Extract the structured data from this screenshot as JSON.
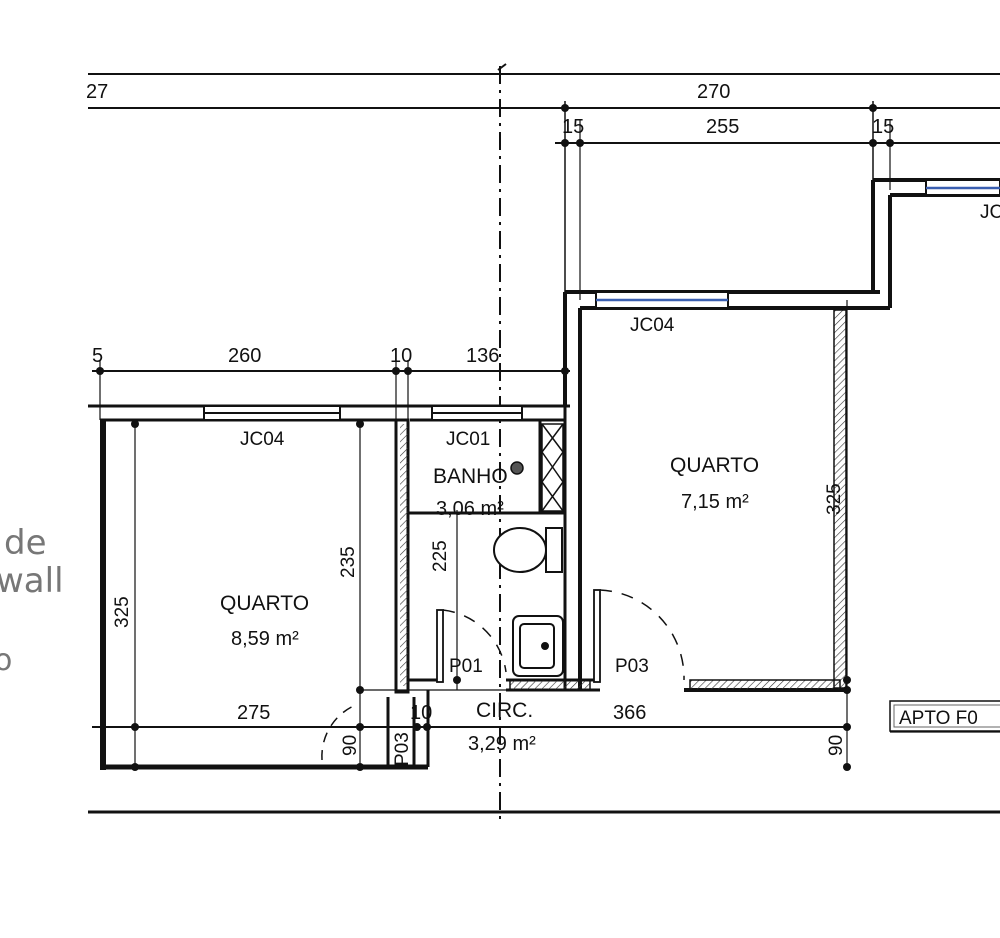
{
  "plan": {
    "side_text": {
      "line1": "de",
      "line2": "wall",
      "line3": "o"
    },
    "dimensions": {
      "top_27": "27",
      "top_270": "270",
      "top_15a": "15",
      "top_255": "255",
      "top_15b": "15",
      "mid_5": "5",
      "mid_260": "260",
      "mid_10": "10",
      "mid_136": "136",
      "v_325_left": "325",
      "v_235": "235",
      "v_225": "225",
      "v_325_right": "325",
      "bot_275": "275",
      "bot_10": "10",
      "bot_366": "366",
      "v_90_left": "90",
      "v_90_right": "90"
    },
    "windows": {
      "jc04_left": "JC04",
      "jc01": "JC01",
      "jc04_right": "JC04",
      "jc_far": "JC"
    },
    "doors": {
      "p01": "P01",
      "p03_a": "P03",
      "p03_b": "P03"
    },
    "rooms": {
      "quarto_left": {
        "name": "QUARTO",
        "area": "8,59 m²"
      },
      "banho": {
        "name": "BANHO",
        "area": "3,06 m²"
      },
      "quarto_right": {
        "name": "QUARTO",
        "area": "7,15 m²"
      },
      "circ": {
        "name": "CIRC.",
        "area": "3,29 m²"
      }
    },
    "apartment_tag": "APTO F0"
  }
}
